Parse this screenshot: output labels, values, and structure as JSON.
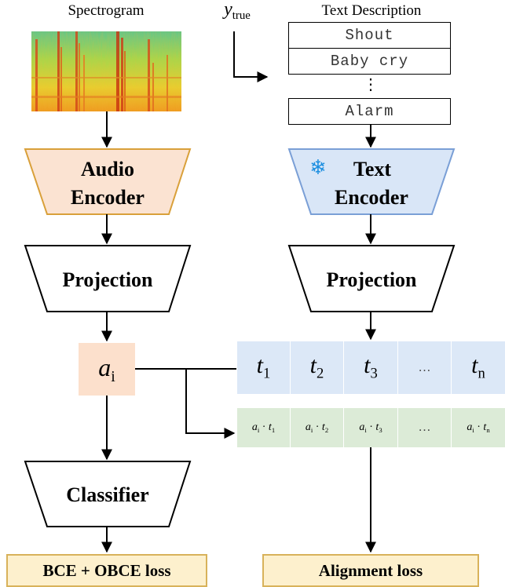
{
  "labels": {
    "spectrogram": "Spectrogram",
    "y_true_main": "y",
    "y_true_sub": "true",
    "text_description": "Text Description"
  },
  "text_descriptions": [
    "Shout",
    "Baby cry",
    "Alarm"
  ],
  "vertical_ellipsis": "⋮",
  "audio_encoder": {
    "line1": "Audio",
    "line2": "Encoder",
    "fill": "#fbe3d2",
    "stroke": "#d9a03a"
  },
  "text_encoder": {
    "line1": "Text",
    "line2": "Encoder",
    "icon": "snowflake-icon",
    "glyph": "❄",
    "fill": "#d9e6f7",
    "stroke": "#7a9fd6"
  },
  "projection_audio": "Projection",
  "projection_text": "Projection",
  "audio_embedding": {
    "main": "a",
    "sub": "i",
    "fill": "#fce0cc"
  },
  "text_embeddings": [
    {
      "main": "t",
      "sub": "1"
    },
    {
      "main": "t",
      "sub": "2"
    },
    {
      "main": "t",
      "sub": "3"
    },
    {
      "main": "…",
      "sub": ""
    },
    {
      "main": "t",
      "sub": "n"
    }
  ],
  "products": [
    {
      "a": "a",
      "ai": "i",
      "dot": "·",
      "t": "t",
      "ti": "1"
    },
    {
      "a": "a",
      "ai": "i",
      "dot": "·",
      "t": "t",
      "ti": "2"
    },
    {
      "a": "a",
      "ai": "i",
      "dot": "·",
      "t": "t",
      "ti": "3"
    },
    {
      "ellipsis": "…"
    },
    {
      "a": "a",
      "ai": "i",
      "dot": "·",
      "t": "t",
      "ti": "n"
    }
  ],
  "classifier": "Classifier",
  "loss_audio": "BCE + OBCE loss",
  "loss_text": "Alignment loss"
}
